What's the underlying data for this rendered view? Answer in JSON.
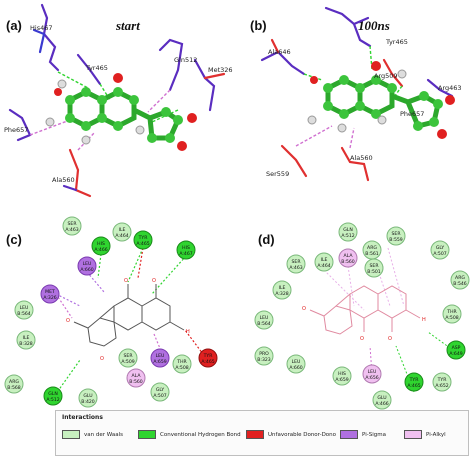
{
  "panels": {
    "a": {
      "label": "(a)",
      "title": "start"
    },
    "b": {
      "label": "(b)",
      "title": "100ns"
    },
    "c": {
      "label": "(c)"
    },
    "d": {
      "label": "(d)"
    }
  },
  "panel_a_residue_labels": [
    "His467",
    "Tyr465",
    "Gln512",
    "Met326",
    "Phe657",
    "Ala560"
  ],
  "panel_b_residue_labels": [
    "Ala646",
    "Tyr465",
    "Arg509",
    "Arg463",
    "Phe657",
    "Ser559",
    "Ala560"
  ],
  "panel_c_residues": [
    [
      "SER",
      "A:463"
    ],
    [
      "ILE",
      "A:464"
    ],
    [
      "HIS",
      "A:466"
    ],
    [
      "TYR",
      "A:465"
    ],
    [
      "HIS",
      "A:467"
    ],
    [
      "LEU",
      "A:660"
    ],
    [
      "MET",
      "A:326"
    ],
    [
      "LEU",
      "B:564"
    ],
    [
      "ILE",
      "B:328"
    ],
    [
      "SER",
      "A:509"
    ],
    [
      "LEU",
      "A:659"
    ],
    [
      "THR",
      "A:508"
    ],
    [
      "TYR",
      "A:465"
    ],
    [
      "ALA",
      "B:560"
    ],
    [
      "ARG",
      "B:568"
    ],
    [
      "GLN",
      "A:512"
    ],
    [
      "GLY",
      "A:507"
    ],
    [
      "GLU",
      "B:420"
    ]
  ],
  "panel_d_residues": [
    [
      "GLN",
      "A:512"
    ],
    [
      "SER",
      "B:559"
    ],
    [
      "SER",
      "A:463"
    ],
    [
      "ILE",
      "A:464"
    ],
    [
      "ALA",
      "B:560"
    ],
    [
      "ARG",
      "B:561"
    ],
    [
      "SER",
      "B:501"
    ],
    [
      "GLY",
      "A:507"
    ],
    [
      "ARG",
      "B:546"
    ],
    [
      "ILE",
      "A:328"
    ],
    [
      "THR",
      "A:508"
    ],
    [
      "LEU",
      "B:564"
    ],
    [
      "ASP",
      "A:649"
    ],
    [
      "PRO",
      "B:323"
    ],
    [
      "LEU",
      "A:660"
    ],
    [
      "HIS",
      "A:659"
    ],
    [
      "LEU",
      "A:656"
    ],
    [
      "TYR",
      "A:465"
    ],
    [
      "TYR",
      "A:652"
    ],
    [
      "GLU",
      "A:466"
    ]
  ],
  "colors": {
    "van_der_waals": "#c8f0c0",
    "h_bond": "#2fd42f",
    "unfavorable": "#e02020",
    "pi_sigma": "#b070e0",
    "pi_alkyl": "#f0c0f0"
  },
  "legend": {
    "title": "Interactions",
    "items": [
      {
        "label": "van der Waals",
        "color": "#c8f0c0"
      },
      {
        "label": "Conventional Hydrogen Bond",
        "color": "#2fd42f"
      },
      {
        "label": "Unfavorable Donor-Dono",
        "color": "#e02020"
      },
      {
        "label": "Pi-Sigma",
        "color": "#b070e0"
      },
      {
        "label": "Pi-Alkyl",
        "color": "#f0c0f0"
      }
    ]
  }
}
